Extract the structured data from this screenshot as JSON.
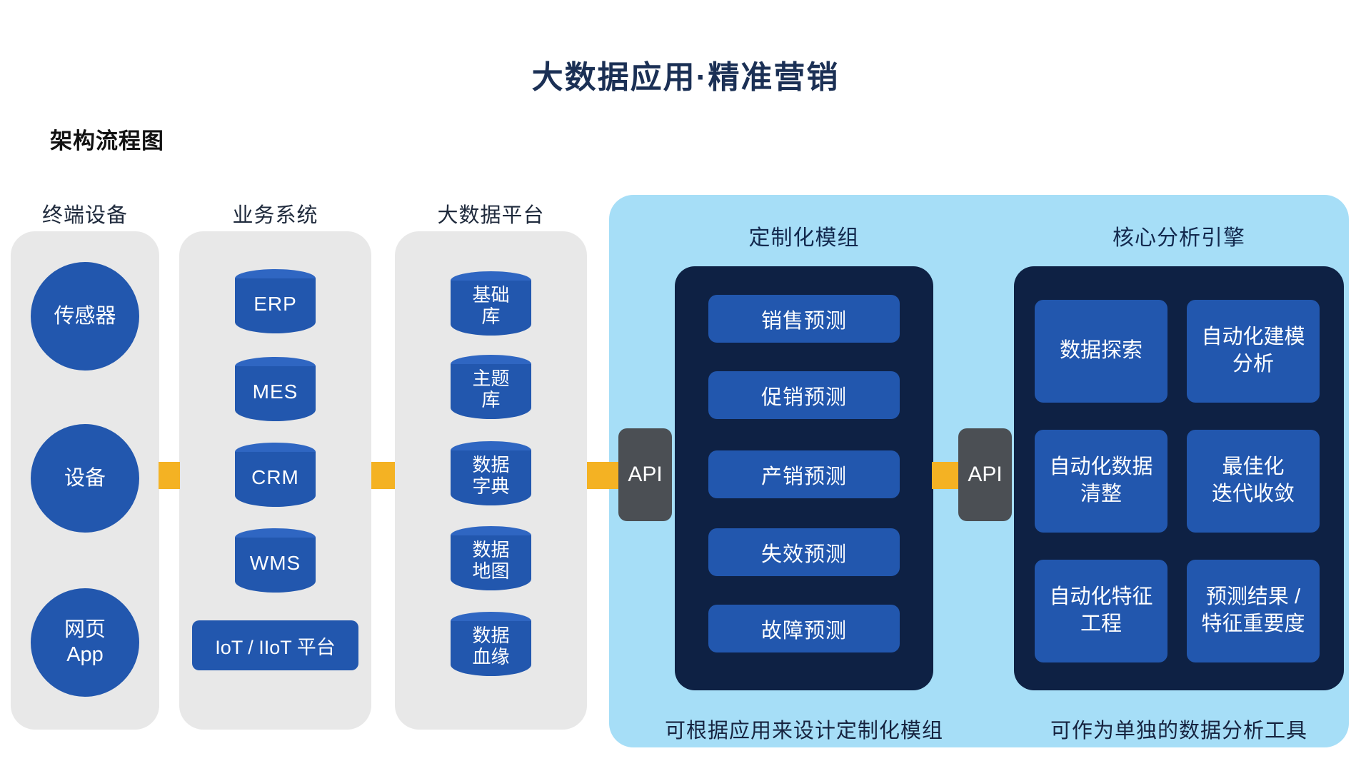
{
  "title": "大数据应用·精准营销",
  "subtitle": "架构流程图",
  "colors": {
    "primary_blue": "#2257AE",
    "dark_navy_panel": "#0E2144",
    "light_blue_panel": "#A6DEF7",
    "container_gray": "#E8E8E8",
    "connector_yellow": "#F4B223",
    "api_gray": "#4B4F54",
    "title_navy": "#1B3055"
  },
  "columns": {
    "devices": {
      "header": "终端设备",
      "items": [
        "传感器",
        "设备",
        "网页\nApp"
      ]
    },
    "business": {
      "header": "业务系统",
      "databases": [
        "ERP",
        "MES",
        "CRM",
        "WMS"
      ],
      "platform": "IoT / IIoT 平台"
    },
    "bigdata": {
      "header": "大数据平台",
      "databases": [
        "基础\n库",
        "主题\n库",
        "数据\n字典",
        "数据\n地图",
        "数据\n血缘"
      ]
    }
  },
  "api": {
    "left": "API",
    "right": "API"
  },
  "custom_modules": {
    "header": "定制化模组",
    "items": [
      "销售预测",
      "促销预测",
      "产销预测",
      "失效预测",
      "故障预测"
    ],
    "caption": "可根据应用来设计定制化模组"
  },
  "core_engine": {
    "header": "核心分析引擎",
    "items": [
      "数据探索",
      "自动化建模\n分析",
      "自动化数据\n清整",
      "最佳化\n迭代收敛",
      "自动化特征\n工程",
      "预测结果 /\n特征重要度"
    ],
    "caption": "可作为单独的数据分析工具"
  }
}
